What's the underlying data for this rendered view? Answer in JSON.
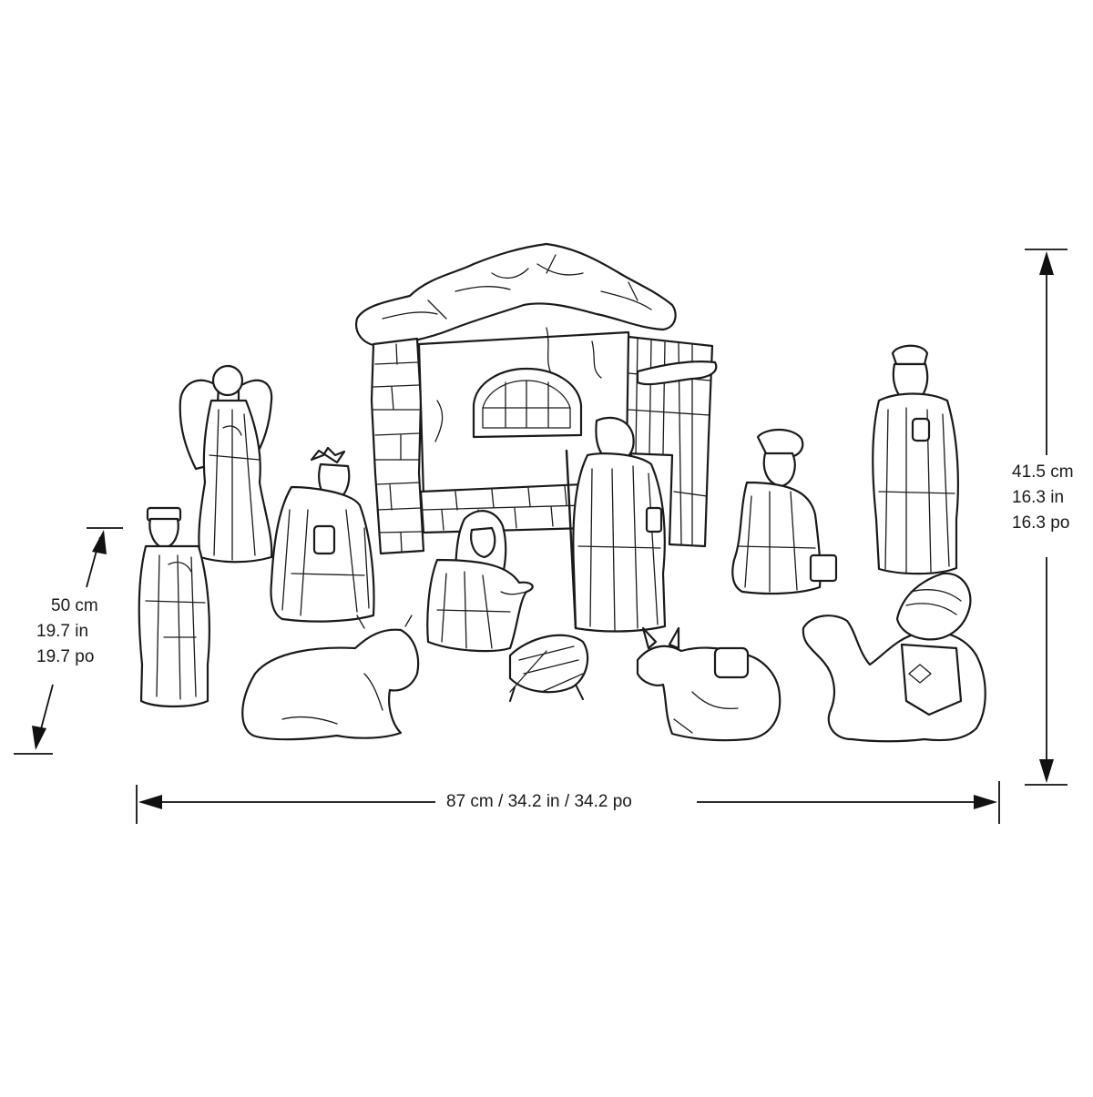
{
  "dimensions": {
    "width_label": "87 cm / 34.2 in / 34.2 po",
    "height": {
      "cm": "41.5 cm",
      "in": "16.3 in",
      "po": "16.3 po"
    },
    "figure_height": {
      "cm": "50 cm",
      "in": "19.7 in",
      "po": "19.7 po"
    }
  },
  "colors": {
    "line": "#1a1a1a",
    "background": "#ffffff"
  }
}
